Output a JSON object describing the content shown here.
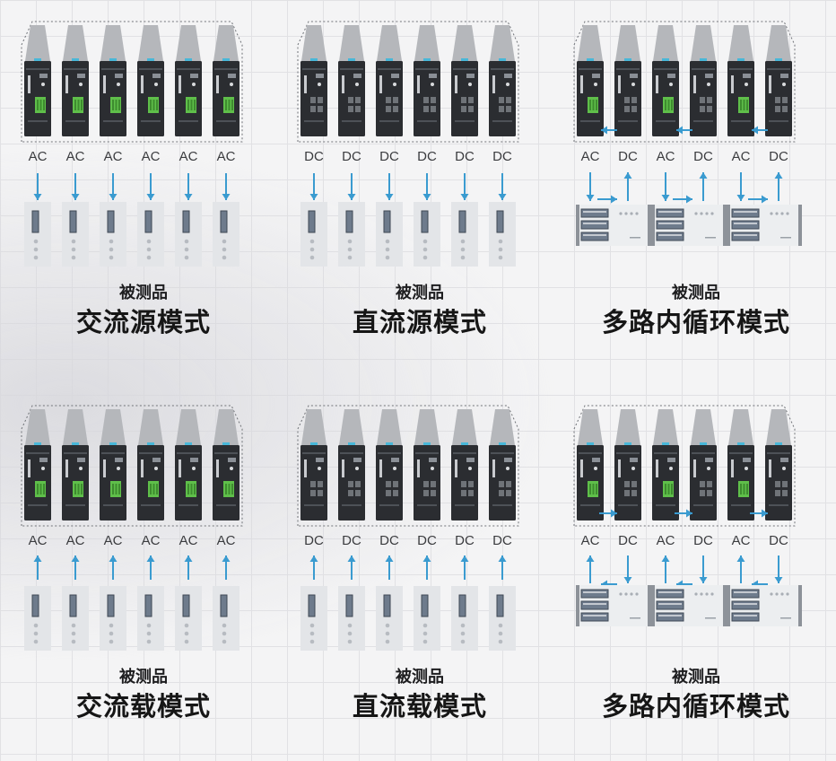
{
  "colors": {
    "arrow": "#3a9bd0",
    "device_body": "#2b2d31",
    "device_top": "#b5b7bb",
    "terminal_green": "#5fbf4a",
    "terminal_gray": "#6f7378",
    "dut_panel": "#e3e5e8",
    "dut_window": "#6e7b8c"
  },
  "panels": [
    {
      "id": "ac-source",
      "dut_label": "被测品",
      "mode_label": "交流源模式",
      "ports": [
        "AC",
        "AC",
        "AC",
        "AC",
        "AC",
        "AC"
      ],
      "dut_type": "single",
      "direction": "down"
    },
    {
      "id": "dc-source",
      "dut_label": "被测品",
      "mode_label": "直流源模式",
      "ports": [
        "DC",
        "DC",
        "DC",
        "DC",
        "DC",
        "DC"
      ],
      "dut_type": "single",
      "direction": "down"
    },
    {
      "id": "loop-top",
      "dut_label": "被测品",
      "mode_label": "多路内循环模式",
      "ports": [
        "AC",
        "DC",
        "AC",
        "DC",
        "AC",
        "DC"
      ],
      "dut_type": "rack",
      "direction": "down"
    },
    {
      "id": "ac-load",
      "dut_label": "被测品",
      "mode_label": "交流载模式",
      "ports": [
        "AC",
        "AC",
        "AC",
        "AC",
        "AC",
        "AC"
      ],
      "dut_type": "single",
      "direction": "up"
    },
    {
      "id": "dc-load",
      "dut_label": "被测品",
      "mode_label": "直流载模式",
      "ports": [
        "DC",
        "DC",
        "DC",
        "DC",
        "DC",
        "DC"
      ],
      "dut_type": "single",
      "direction": "up"
    },
    {
      "id": "loop-bottom",
      "dut_label": "被测品",
      "mode_label": "多路内循环模式",
      "ports": [
        "AC",
        "DC",
        "AC",
        "DC",
        "AC",
        "DC"
      ],
      "dut_type": "rack",
      "direction": "up"
    }
  ]
}
